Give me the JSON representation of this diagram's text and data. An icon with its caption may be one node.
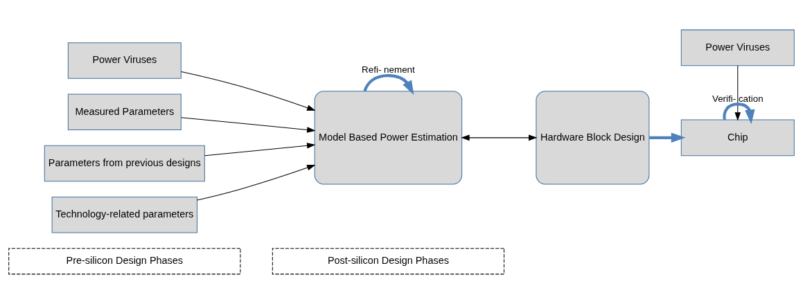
{
  "diagram": {
    "nodes": [
      {
        "text": [
          "Pre-silicon Design Phases"
        ]
      },
      {
        "text": [
          "Post-silicon Design Phases"
        ]
      },
      {
        "text": [
          "Power Viruses"
        ]
      },
      {
        "text": [
          "Measured Parameters"
        ]
      },
      {
        "text": [
          "Parameters from previous designs"
        ]
      },
      {
        "text": [
          "Technology-related parameters"
        ]
      },
      {
        "text": [
          "Model Based Power Estimation"
        ]
      },
      {
        "text": [
          "Hardware Block Design"
        ]
      },
      {
        "text": [
          "Power Viruses"
        ]
      },
      {
        "text": [
          "Chip"
        ]
      }
    ],
    "edges": [
      {
        "from": 2,
        "to": 6,
        "arrow": "to"
      },
      {
        "from": 3,
        "to": 6,
        "arrow": "to"
      },
      {
        "from": 4,
        "to": 6,
        "arrow": "to"
      },
      {
        "from": 5,
        "to": 6,
        "arrow": "to"
      },
      {
        "from": 6,
        "to": 7,
        "arrow": "both"
      },
      {
        "from": 6,
        "to": 6,
        "arrow": "to",
        "label": "Refi- nement",
        "style": "thick",
        "color": "#4f81bd"
      },
      {
        "from": 7,
        "to": 9,
        "arrow": "to",
        "style": "thick",
        "color": "#4f81bd"
      },
      {
        "from": 8,
        "to": 9,
        "arrow": "to"
      },
      {
        "from": 9,
        "to": 9,
        "arrow": "to",
        "label": "Verifi- cation",
        "style": "thick",
        "color": "#4f81bd"
      }
    ]
  }
}
